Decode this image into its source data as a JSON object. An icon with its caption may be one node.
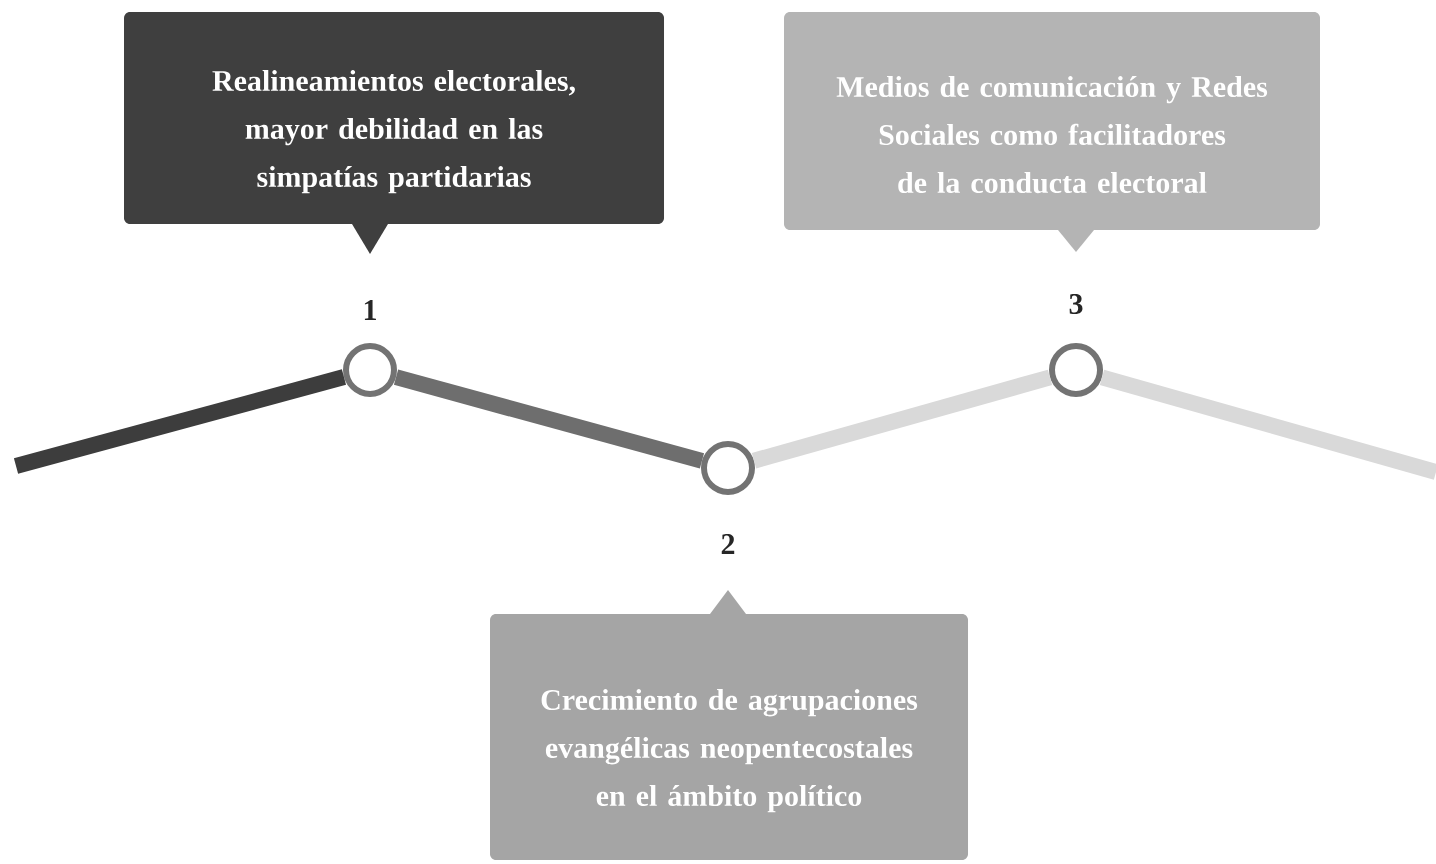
{
  "diagram": {
    "nodes": [
      {
        "text": [
          "Realineamientos electorales, mayor debilidad en las simpatías partidarias"
        ]
      },
      {
        "text": [
          "Medios de comunicación y Redes Sociales como facilitadores de la conducta electoral"
        ]
      },
      {
        "text": [],
        "shape": "circle",
        "beside": [
          "1"
        ]
      },
      {
        "text": [],
        "shape": "circle",
        "beside": [
          "2"
        ]
      },
      {
        "text": [],
        "shape": "circle",
        "beside": [
          "3"
        ]
      },
      {
        "text": [
          "Crecimiento de agrupaciones evangélicas neopentecostales en el ámbito político"
        ]
      }
    ],
    "edges": [
      {
        "from": null,
        "to": 2,
        "arrow": "none",
        "color": "#3d3d3d"
      },
      {
        "from": 2,
        "to": 3,
        "arrow": "none",
        "color": "#6e6e6e"
      },
      {
        "from": 3,
        "to": 4,
        "arrow": "none",
        "color": "#d9d9d9"
      },
      {
        "from": 4,
        "to": null,
        "arrow": "none",
        "color": "#d9d9d9"
      }
    ]
  }
}
